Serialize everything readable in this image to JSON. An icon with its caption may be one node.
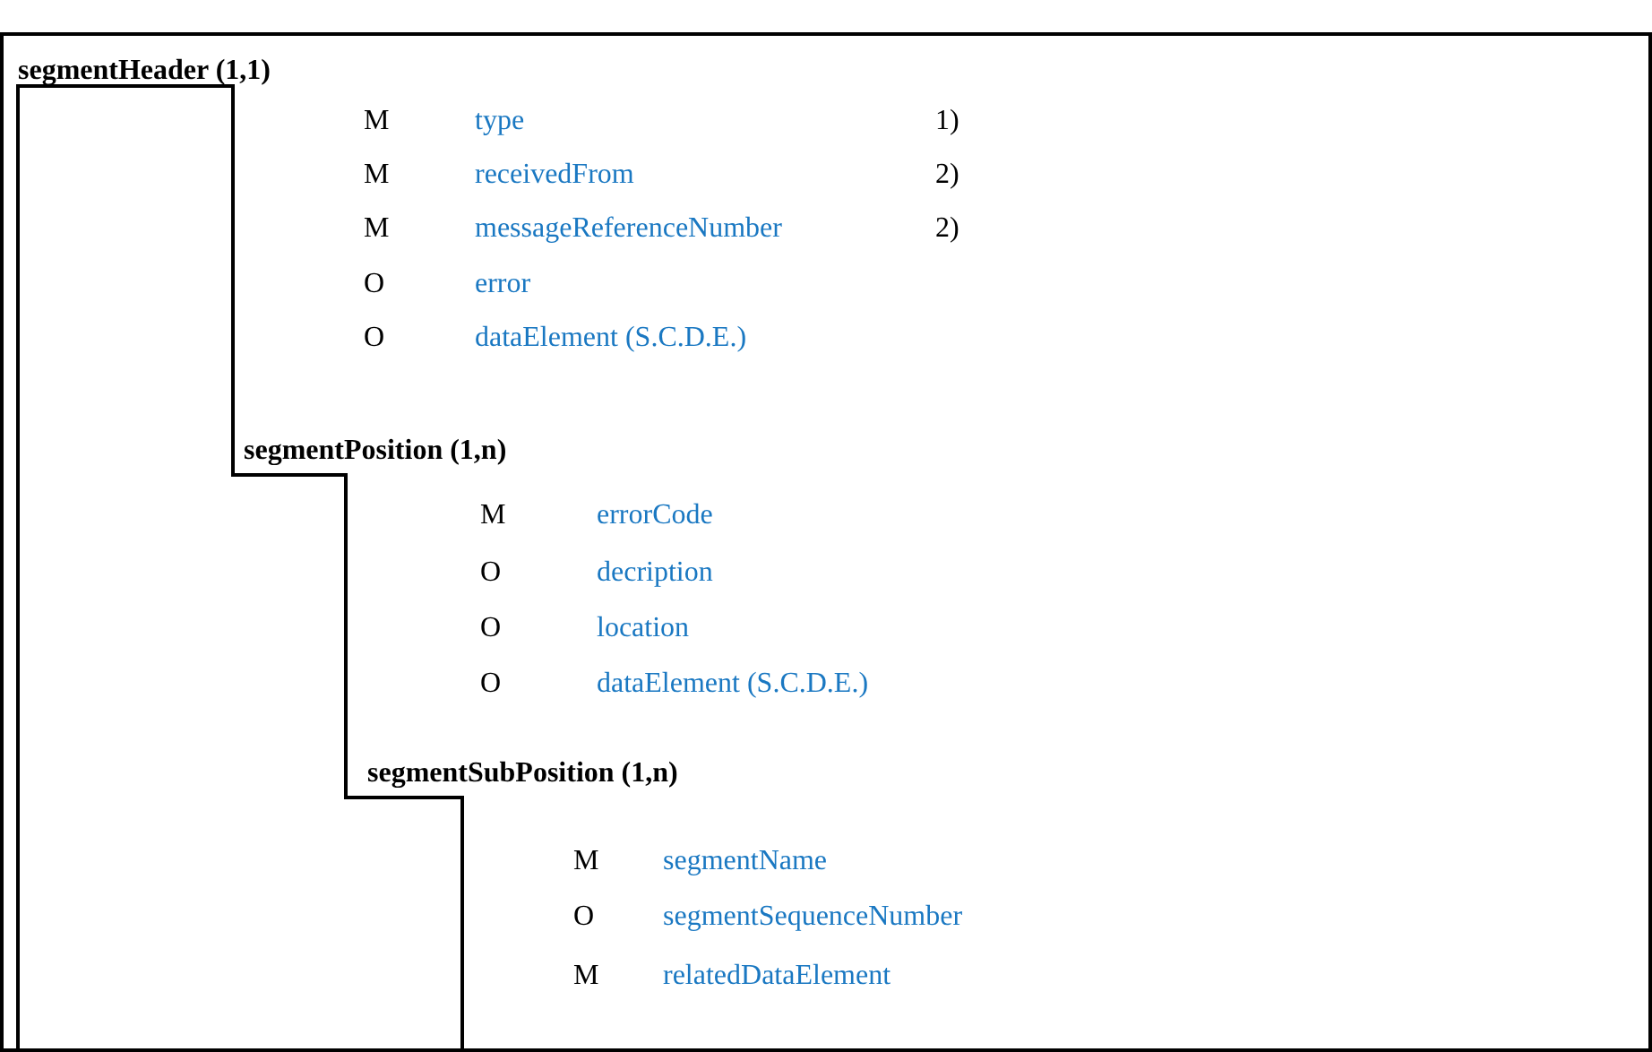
{
  "diagram": {
    "nodes": [
      {
        "text": [
          "segmentHeader (1,1)"
        ]
      },
      {
        "text": [
          "segmentPosition (1,n)"
        ],
        "in": 0
      },
      {
        "text": [
          "segmentSubPosition (1,n)"
        ],
        "in": 1
      }
    ],
    "edges": [],
    "labels": [
      "M",
      "type",
      "1)",
      "M",
      "receivedFrom",
      "2)",
      "M",
      "messageReferenceNumber",
      "2)",
      "O",
      "error",
      "O",
      "dataElement (S.C.D.E.)",
      "M",
      "errorCode",
      "O",
      "decription",
      "O",
      "location",
      "O",
      "dataElement (S.C.D.E.)",
      "M",
      "segmentName",
      "O",
      "segmentSequenceNumber",
      "M",
      "relatedDataElement"
    ]
  }
}
